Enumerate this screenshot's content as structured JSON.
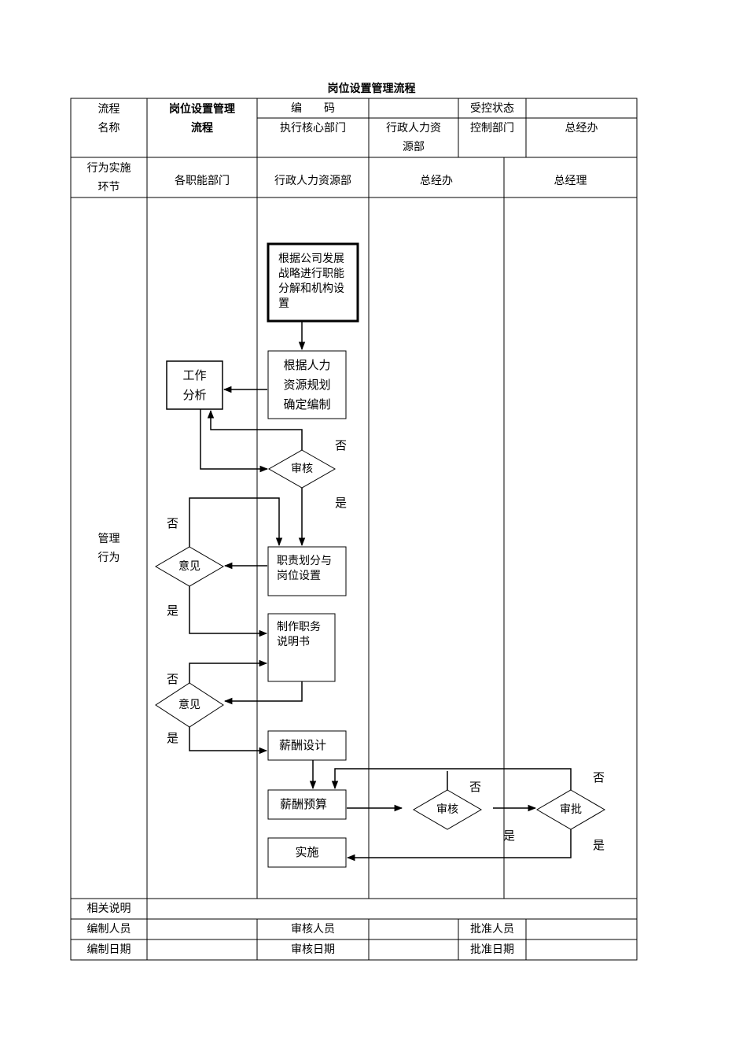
{
  "title": "岗位设置管理流程",
  "header": {
    "process_name_label": "流程\n名称",
    "process_name_value": "岗位设置管理\n流程",
    "code_label": "编　　码",
    "code_value": "",
    "control_status_label": "受控状态",
    "control_status_value": "",
    "exec_dept_label": "执行核心部门",
    "exec_dept_value": "行政人力资\n源部",
    "control_dept_label": "控制部门",
    "control_dept_value": "总经办",
    "lanes_label": "行为实施\n环节",
    "lanes": [
      "各职能部门",
      "行政人力资源部",
      "总经办",
      "总经理"
    ],
    "mgmt_label": "管理\n行为"
  },
  "flow": {
    "n1": "根据公司发展\n战略进行职能\n分解和机构设\n置",
    "n2": "根据人力\n资源规划\n确定编制",
    "n3": "工作\n分析",
    "d1": "审核",
    "n4": "职责划分与\n岗位设置",
    "d2": "意见",
    "n5": "制作职务\n说明书",
    "d3": "意见",
    "n6": "薪酬设计",
    "n7": "薪酬预算",
    "d4": "审核",
    "d5": "审批",
    "n8": "实施",
    "yes": "是",
    "no": "否"
  },
  "footer": {
    "notes_label": "相关说明",
    "notes_value": "",
    "prepared_by_label": "编制人员",
    "prepared_by_value": "",
    "reviewer_label": "审核人员",
    "reviewer_value": "",
    "approver_label": "批准人员",
    "approver_value": "",
    "prepared_date_label": "编制日期",
    "prepared_date_value": "",
    "review_date_label": "审核日期",
    "review_date_value": "",
    "approval_date_label": "批准日期",
    "approval_date_value": ""
  }
}
